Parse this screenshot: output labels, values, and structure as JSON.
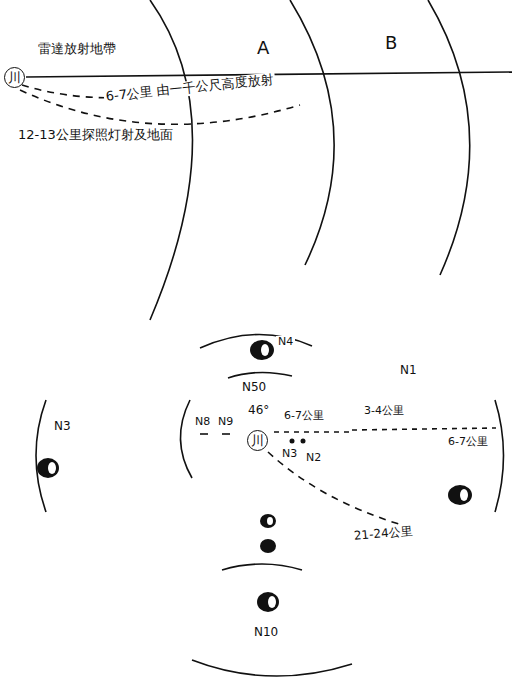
{
  "diagram": {
    "nodes": [
      {
        "text": [
          "川"
        ]
      },
      {
        "text": [
          "川"
        ]
      }
    ],
    "labels": [
      "雷達放射地帶",
      "6-7公里 由一千公尺高度放射",
      "12-13公里探照灯射及地面",
      "A",
      "B",
      "N4",
      "N50",
      "N1",
      "46°",
      "6-7公里",
      "3-4公里",
      "6-7公里",
      "N3",
      "N2",
      "N8",
      "N9",
      "N3",
      "21-24公里",
      "N10"
    ]
  }
}
